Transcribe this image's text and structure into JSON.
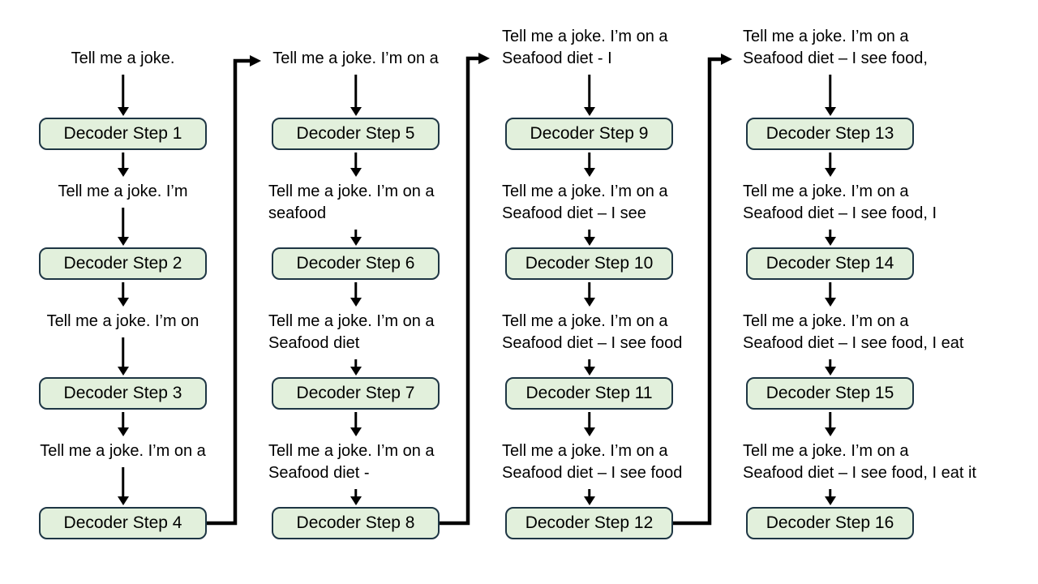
{
  "colors": {
    "background": "#ffffff",
    "box_fill": "#e2f0dc",
    "box_border": "#1e3644",
    "arrow": "#000000",
    "text": "#000000"
  },
  "columns": [
    {
      "steps": [
        {
          "input_lines": [
            "Tell me a joke."
          ],
          "box_label": "Decoder Step 1"
        },
        {
          "input_lines": [
            "Tell me a joke. I’m"
          ],
          "box_label": "Decoder Step 2"
        },
        {
          "input_lines": [
            "Tell me a joke. I’m on"
          ],
          "box_label": "Decoder Step 3"
        },
        {
          "input_lines": [
            "Tell me a joke. I’m on a"
          ],
          "box_label": "Decoder Step 4"
        }
      ]
    },
    {
      "steps": [
        {
          "input_lines": [
            "Tell me a joke. I’m on a"
          ],
          "box_label": "Decoder Step 5"
        },
        {
          "input_lines": [
            "Tell me a joke. I’m on a",
            "seafood"
          ],
          "box_label": "Decoder Step 6"
        },
        {
          "input_lines": [
            "Tell me a joke. I’m on a",
            "Seafood diet"
          ],
          "box_label": "Decoder Step 7"
        },
        {
          "input_lines": [
            "Tell me a joke. I’m on a",
            "Seafood diet -"
          ],
          "box_label": "Decoder Step 8"
        }
      ]
    },
    {
      "steps": [
        {
          "input_lines": [
            "Tell me a joke. I’m on a",
            "Seafood diet - I"
          ],
          "box_label": "Decoder Step 9"
        },
        {
          "input_lines": [
            "Tell me a joke. I’m on a",
            "Seafood diet – I see"
          ],
          "box_label": "Decoder Step 10"
        },
        {
          "input_lines": [
            "Tell me a joke. I’m on a",
            "Seafood diet – I see food"
          ],
          "box_label": "Decoder Step 11"
        },
        {
          "input_lines": [
            "Tell me a joke. I’m on a",
            "Seafood diet – I see food"
          ],
          "box_label": "Decoder Step 12"
        }
      ]
    },
    {
      "steps": [
        {
          "input_lines": [
            "Tell me a joke. I’m on a",
            "Seafood diet – I see food,"
          ],
          "box_label": "Decoder Step 13"
        },
        {
          "input_lines": [
            "Tell me a joke. I’m on a",
            "Seafood diet – I see food, I"
          ],
          "box_label": "Decoder Step 14"
        },
        {
          "input_lines": [
            "Tell me a joke. I’m on a",
            "Seafood diet – I see food, I eat"
          ],
          "box_label": "Decoder Step 15"
        },
        {
          "input_lines": [
            "Tell me a joke. I’m on a",
            "Seafood diet – I see food, I eat it"
          ],
          "box_label": "Decoder Step 16"
        }
      ]
    }
  ]
}
